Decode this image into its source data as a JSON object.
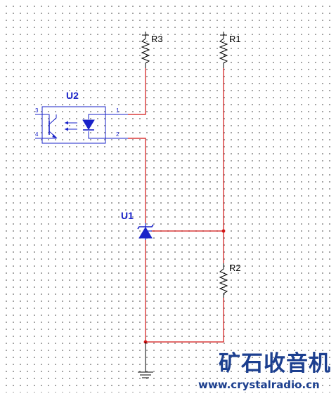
{
  "diagram": {
    "components": {
      "r3": {
        "label": "R3"
      },
      "r1": {
        "label": "R1"
      },
      "r2": {
        "label": "R2"
      },
      "u1": {
        "label": "U1"
      },
      "u2": {
        "label": "U2"
      }
    },
    "u2_pins": {
      "p1": "1",
      "p2": "2",
      "p3": "3",
      "p4": "4"
    }
  },
  "watermark": {
    "chinese": "矿石收音机",
    "url": "www.crystalradio.cn"
  },
  "colors": {
    "wire": "#d21515",
    "junction": "#d21515",
    "component": "#000000",
    "ic": "#1a23c9",
    "watermark": "#1c3f8f"
  }
}
